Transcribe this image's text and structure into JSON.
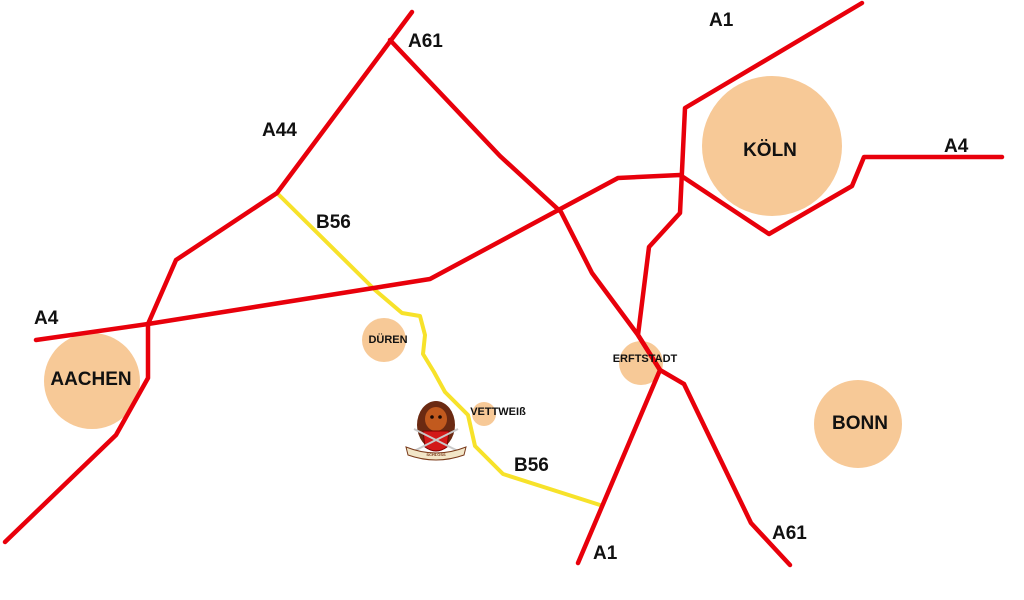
{
  "colors": {
    "motorway": "#e8000b",
    "federal_road": "#f7e22a",
    "city": "#f7c997",
    "background": "#ffffff"
  },
  "cities": {
    "koeln": "KÖLN",
    "aachen": "AACHEN",
    "bonn": "BONN",
    "dueren": "DÜREN",
    "erftstadt": "ERFTSTADT",
    "vettweiss": "VETTWEIß"
  },
  "roads": {
    "a1_north": "A1",
    "a1_south": "A1",
    "a4_west": "A4",
    "a4_east": "A4",
    "a44": "A44",
    "a61_north": "A61",
    "a61_south": "A61",
    "b56_north": "B56",
    "b56_south": "B56"
  },
  "logo": {
    "icon": "lion-crest-icon",
    "banner_text": "SCHLOSS"
  }
}
